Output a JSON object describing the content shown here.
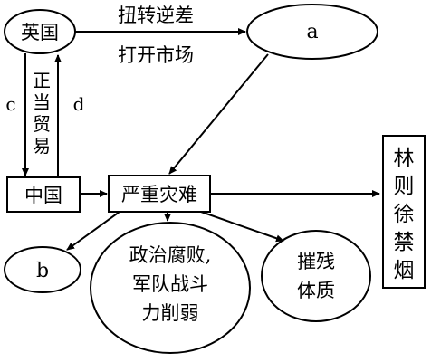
{
  "nodes": {
    "britain": "英国",
    "china": "中国",
    "disaster": "严重灾难",
    "a": "a",
    "b": "b",
    "lin": [
      "林",
      "则",
      "徐",
      "禁",
      "烟"
    ],
    "politics": [
      "政治腐败,",
      "军队战斗",
      "力削弱"
    ],
    "body": [
      "摧残",
      "体质"
    ]
  },
  "labels": {
    "reverse_deficit": "扭转逆差",
    "open_market": "打开市场",
    "trade": [
      "正",
      "当",
      "贸",
      "易"
    ],
    "c": "c",
    "d": "d"
  }
}
